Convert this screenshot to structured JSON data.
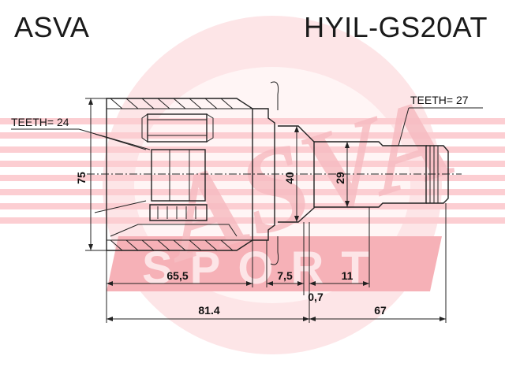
{
  "header": {
    "brand": "ASVA",
    "part_number": "HYIL-GS20AT"
  },
  "watermark": {
    "word": "ASVA",
    "subword": "SPORT",
    "color": "#e8323c"
  },
  "labels": {
    "teeth_left": "TEETH= 24",
    "teeth_right": "TEETH= 27"
  },
  "dimensions": {
    "housing_diameter": "75",
    "flange_diameter": "40",
    "shaft_diameter": "29",
    "housing_length": "65,5",
    "step_length": "7,5",
    "shaft_length": "11",
    "gap": "0,7",
    "total_left": "81.4",
    "total_right": "67"
  }
}
